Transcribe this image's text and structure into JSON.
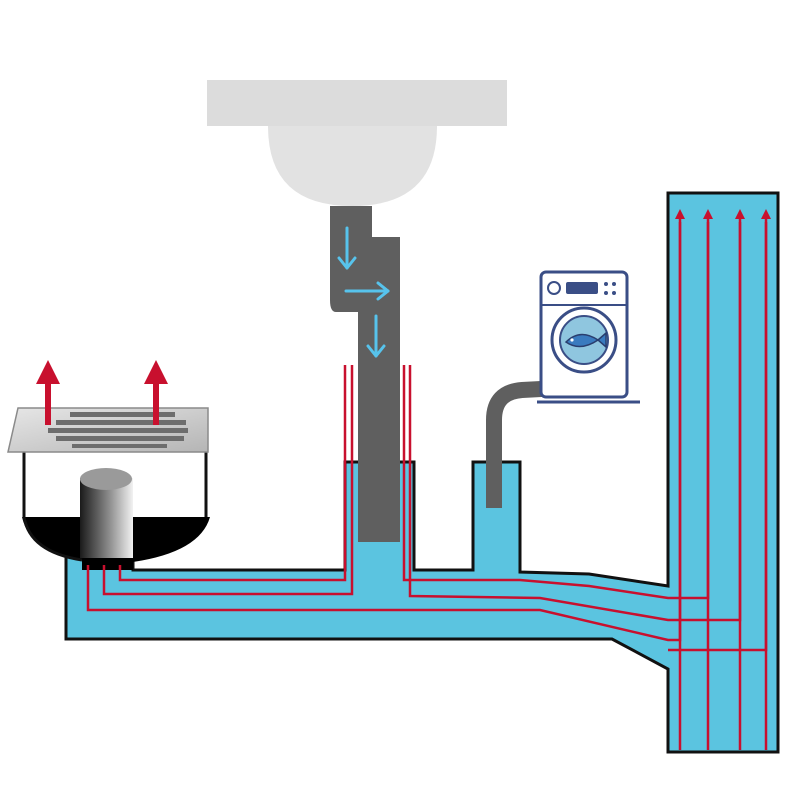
{
  "colors": {
    "water": "#5bc4e0",
    "pipe_outline": "#111111",
    "drain_pipe": "#5f5f5f",
    "odor_arrow": "#c8102e",
    "flow_arrow": "#57c3ec",
    "basin": "#dcdcdc",
    "drain_grate": "#c9c9c9",
    "washing_machine_outline": "#3a4e86",
    "washing_machine_door": "#8fc6df"
  },
  "components": [
    {
      "name": "wash-basin",
      "icon": "basin-icon"
    },
    {
      "name": "floor-drain",
      "icon": "floor-drain-icon"
    },
    {
      "name": "washing-machine",
      "icon": "washing-machine-icon"
    },
    {
      "name": "vertical-stack",
      "icon": "pipe-icon"
    }
  ],
  "arrows": {
    "odor_up_count": 6,
    "red_line_count": 12,
    "flow_down_count": 3
  }
}
